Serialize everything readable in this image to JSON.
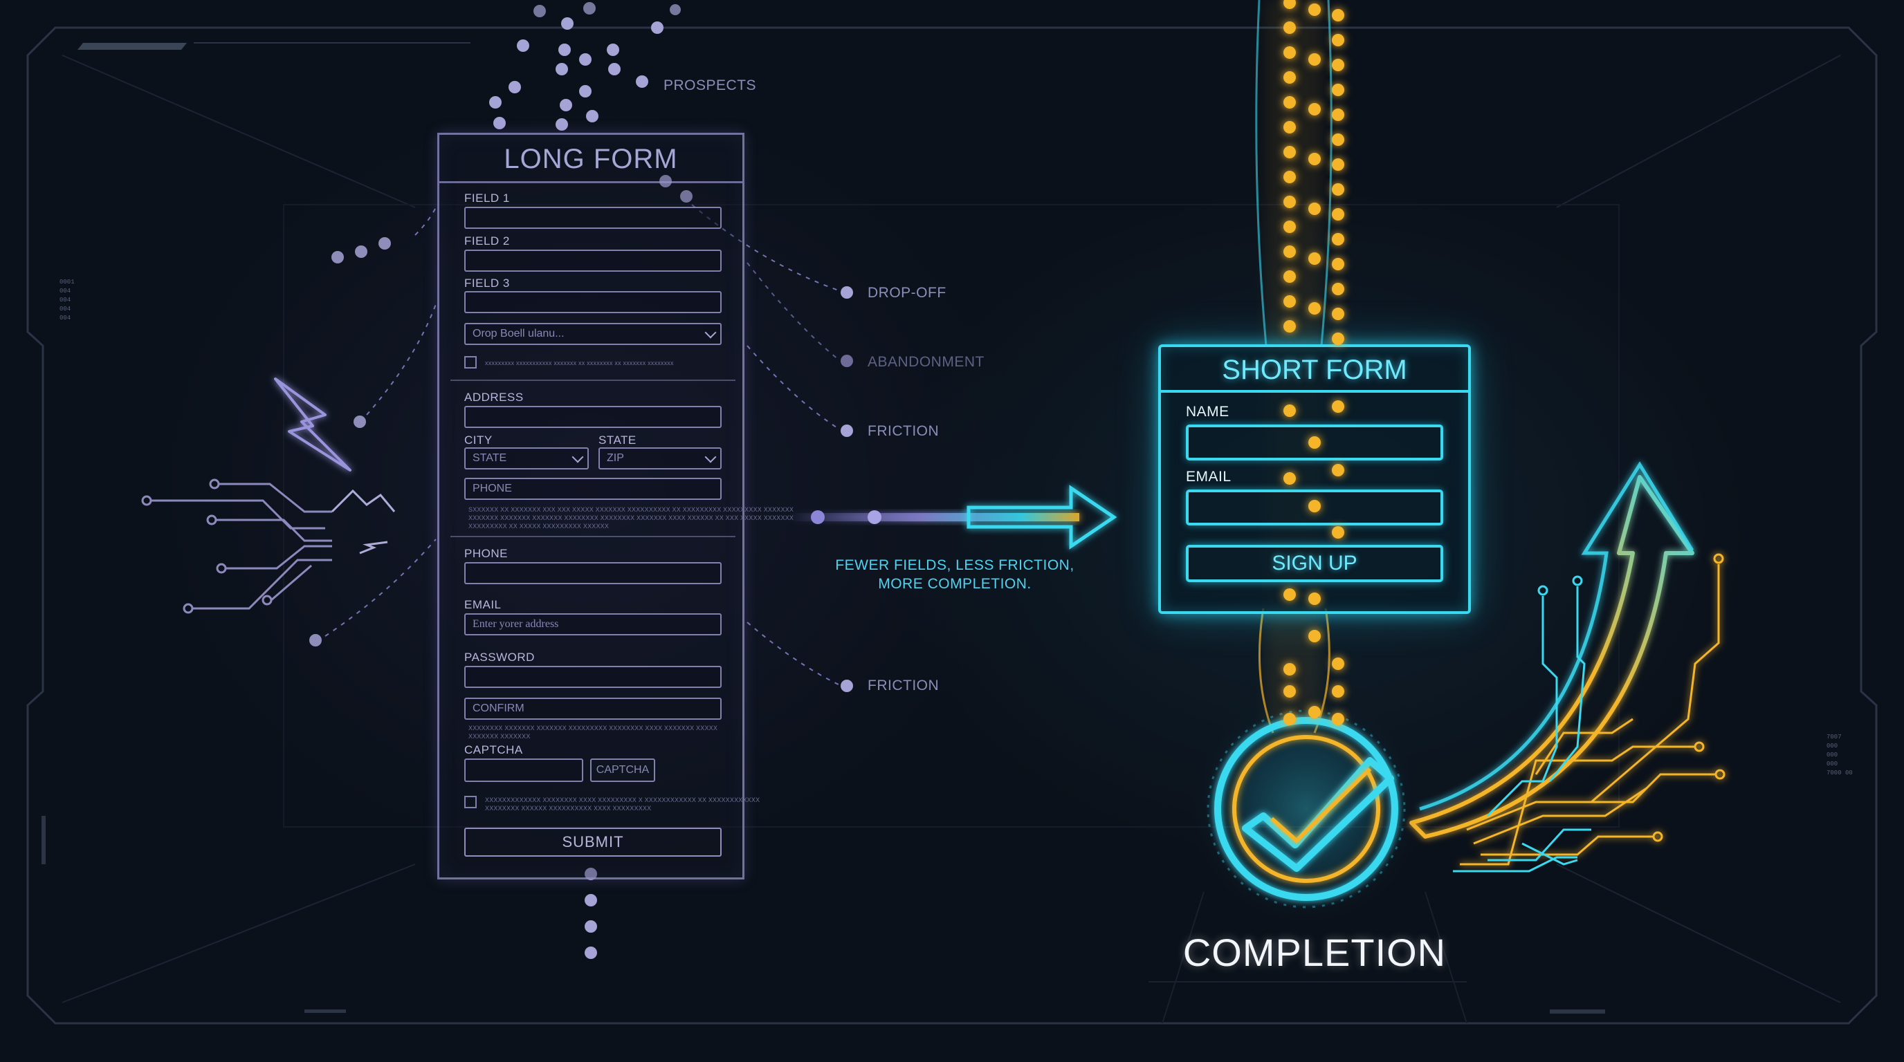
{
  "long_form": {
    "title": "LONG FORM",
    "fields": [
      {
        "label": "FIELD 1"
      },
      {
        "label": "FIELD 2"
      },
      {
        "label": "FIELD 3"
      }
    ],
    "select_placeholder": "Orop Boell ulanu...",
    "checkbox_text": "xxxxxxxxx xxxxxxxxxxx xxxxxxx xx xxxxxxxx xx xxxxxxx xxxxxxxx",
    "address_label": "ADDRESS",
    "city_label": "CITY",
    "state_label": "STATE",
    "city_select": "STATE",
    "zip_select": "ZIP",
    "phone_placeholder": "PHONE",
    "fine_print_1": "SXXXXXX XX XXXXXXX XXX XXX XXXXX XXXXXXX XXXXXXXXXX XX XXXXXXXXX XXXXXXXXX XXXXXXX\nXXXXXXX XXXXXXX XXXXXXX XXXXXXXX XXXXXXXX XXXXXXX XXXX XXXXXX XX XXX XXXXX XXXXXXX\nXXXXXXXXX XX XXXXX XXXXXXXXX XXXXXX",
    "phone_label": "PHONE",
    "email_label": "EMAIL",
    "email_placeholder": "Enter yorer address",
    "password_label": "PASSWORD",
    "confirm_placeholder": "CONFIRM",
    "fine_print_2": "XXXXXXXX XXXXXXX XXXXXXX XXXXXXXXX XXXXXXXX XXXX XXXXXXX XXXXX XXXXXXX XXXXXXX",
    "captcha_label": "CAPTCHA",
    "captcha_button": "CAPTCHA",
    "terms_text": "XXXXXXXXXXXXX XXXXXXXX XXXX XXXXXXXXX X XXXXXXXXXXXX XX XXXXXXXXXXXX\nXXXXXXXX XXXXXX XXXXXXXXXX XXXX XXXXXXXXX",
    "submit_label": "SUBMIT"
  },
  "prospects_label": "PROSPECTS",
  "side_labels": {
    "drop_off": "DROP-OFF",
    "abandonment": "ABANDONMENT",
    "friction_1": "FRICTION",
    "friction_2": "FRICTION"
  },
  "tagline": {
    "line1": "FEWER FIELDS, LESS FRICTION,",
    "line2": "MORE COMPLETION."
  },
  "short_form": {
    "title": "SHORT FORM",
    "name_label": "NAME",
    "email_label": "EMAIL",
    "button_label": "SIGN UP"
  },
  "completion_label": "COMPLETION",
  "hud": {
    "left_readout": "0001\n004\n004\n004\n004",
    "right_readout": "7007\n000\n000\n000\n7000 00"
  },
  "colors": {
    "background": "#0b111a",
    "long_form_line": "#9691c8",
    "cyan": "#3ad9f0",
    "amber": "#f5b52a",
    "dot_purple": "#a6a3d6"
  },
  "icons": [
    "lightning-icon",
    "circuit-icon",
    "checkmark-icon",
    "arrow-right-icon",
    "arrow-up-icon"
  ]
}
